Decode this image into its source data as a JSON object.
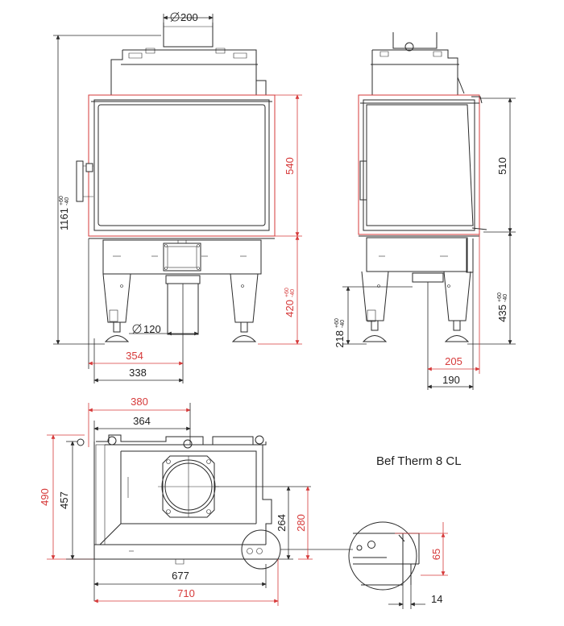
{
  "title": "Bef Therm 8 CL",
  "colors": {
    "line": "#2a2a2a",
    "accent": "#d63a3a"
  },
  "front_view": {
    "flue_dim": "200",
    "height_dim": "1161",
    "height_tol_up": "+60",
    "height_tol_down": "-40",
    "door_height_dim": "540",
    "base_height_dim": "420",
    "base_tol_up": "+60",
    "base_tol_down": "-40",
    "air_inlet_dim": "120",
    "red_width_dim": "354",
    "black_width_dim": "338"
  },
  "side_view": {
    "door_height_dim": "510",
    "base_height_dim": "435",
    "base_tol_up": "+60",
    "base_tol_down": "-40",
    "leg_height_dim": "218",
    "leg_tol_up": "+60",
    "leg_tol_down": "-40",
    "red_depth_dim": "205",
    "black_depth_dim": "190"
  },
  "top_view": {
    "red_top_dim": "380",
    "black_top_dim": "364",
    "red_depth_dim": "490",
    "black_depth_dim": "457",
    "black_flue_dim": "264",
    "red_flue_dim": "280",
    "black_width_dim": "677",
    "red_width_dim": "710"
  },
  "detail_view": {
    "red_height_dim": "65",
    "black_offset_dim": "14"
  }
}
